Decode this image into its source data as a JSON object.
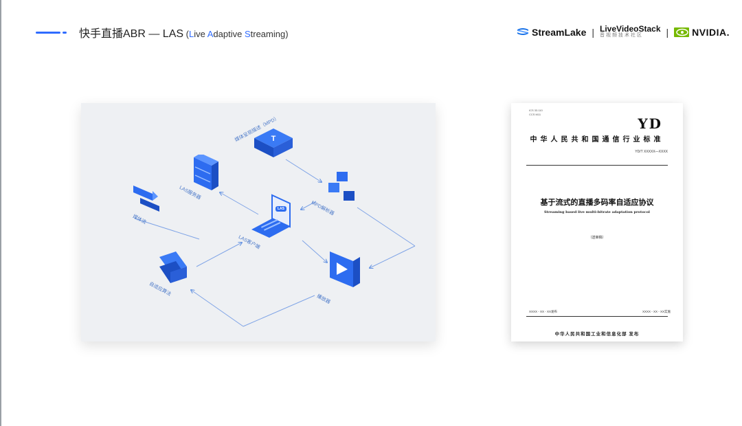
{
  "header": {
    "title": "快手直播ABR — LAS",
    "subtitle_open": " (",
    "live_L": "L",
    "live_rest": "ive ",
    "adaptive_A": "A",
    "adaptive_rest": "daptive ",
    "streaming_S": "S",
    "streaming_rest": "treaming)"
  },
  "logos": {
    "streamlake": "StreamLake",
    "sep": "|",
    "livevideostack": "LiveVideoStack",
    "livevideostack_cn": "音视频技术社区",
    "nvidia": "NVIDIA."
  },
  "diagram": {
    "labels": {
      "mpd": "媒体呈现描述（MPD）",
      "las_server": "LAS服务器",
      "mpd_parser": "MPD解析器",
      "media_stream": "媒体流",
      "las_client": "LAS客户端",
      "adaptive_logic": "自适应算法",
      "player": "播放器"
    },
    "screen_text": "LAS"
  },
  "document": {
    "ics": "ICS 33.110",
    "ccs": "CCS M11",
    "yd": "YD",
    "standard_name": "中华人民共和国通信行业标准",
    "number": "YD/T XXXXX—XXXX",
    "title_cn": "基于流式的直播多码率自适应协议",
    "title_en": "Streaming based live multi-bitrate adaptation protocol",
    "draft": "（送审稿）",
    "publish_date": "XXXX - XX - XX发布",
    "implement_date": "XXXX - XX - XX实施",
    "issuer": "中华人民共和国工业和信息化部  发布"
  },
  "colors": {
    "accent": "#2f6bff",
    "nvidia_green": "#76b900",
    "diagram_bg": "#eef0f3",
    "node_blue": "#2d6cf0"
  }
}
